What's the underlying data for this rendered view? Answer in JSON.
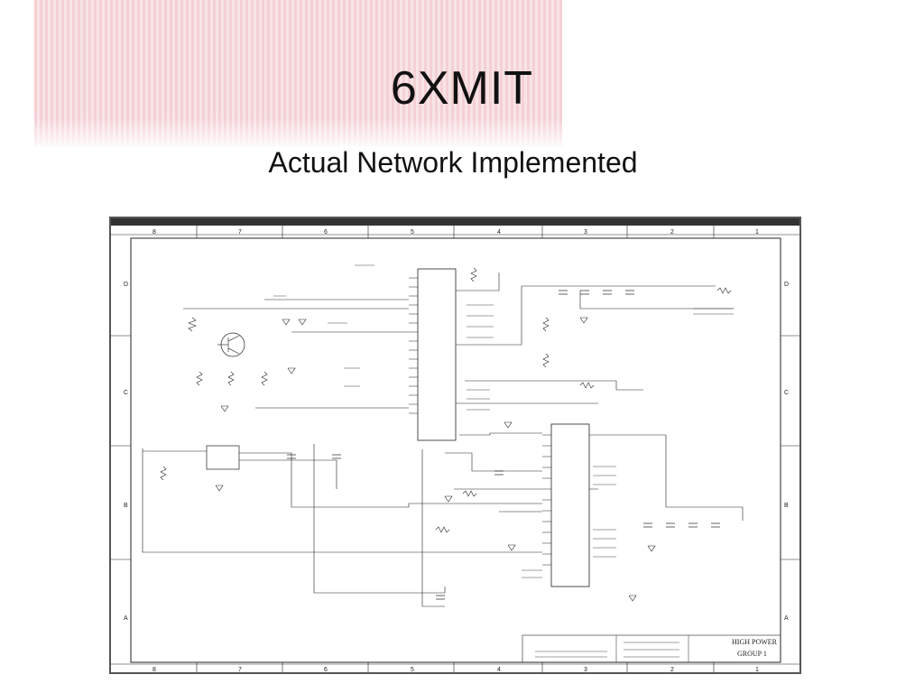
{
  "slide": {
    "title": "6XMIT",
    "subtitle": "Actual Network Implemented"
  },
  "schematic": {
    "grid_cols_top": [
      "8",
      "7",
      "6",
      "5",
      "4",
      "3",
      "2",
      "1"
    ],
    "grid_cols_bottom": [
      "8",
      "7",
      "6",
      "5",
      "4",
      "3",
      "2",
      "1"
    ],
    "grid_rows": [
      "D",
      "C",
      "B",
      "A"
    ],
    "title_block": {
      "company": "HIGH POWER",
      "block": "GROUP 1"
    }
  }
}
